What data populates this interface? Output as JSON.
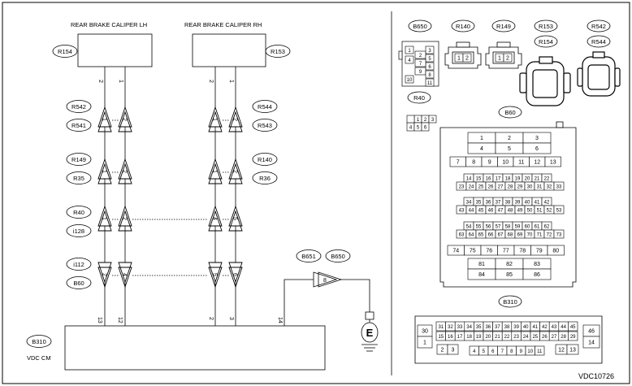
{
  "headers": {
    "caliper_lh": "REAR BRAKE CALIPER LH",
    "caliper_rh": "REAR BRAKE CALIPER RH"
  },
  "components": {
    "lh_box": "R154",
    "rh_box": "R153",
    "ecu_connector": "B310",
    "ecu_name": "VDC CM",
    "ground_symbol": "E"
  },
  "wiring_tags": {
    "r542": "R542",
    "r541": "R541",
    "r544": "R544",
    "r543": "R543",
    "r149": "R149",
    "r35": "R35",
    "r140": "R140",
    "r36": "R36",
    "r40": "R40",
    "i128": "i128",
    "i112": "i112",
    "b60": "B60",
    "b651": "B651",
    "b650": "B650"
  },
  "pin_labels": {
    "lh_top_left": "2",
    "lh_top_right": "1",
    "rh_top_left": "2",
    "rh_top_right": "1",
    "tri_row1": [
      "1",
      "2",
      "1",
      "2"
    ],
    "tri_row2": [
      "1",
      "2",
      "1",
      "2"
    ],
    "tri_row3": [
      "1",
      "2",
      "4",
      "5"
    ],
    "tri_row4": [
      "2",
      "4",
      "5",
      "6"
    ],
    "ecu_pins": [
      "13",
      "12",
      "2",
      "3",
      "14"
    ],
    "single_conn": "8"
  },
  "connector_tags": {
    "b650": "B650",
    "r140": "R140",
    "r149": "R149",
    "r153": "R153",
    "r154": "R154",
    "r542": "R542",
    "r544": "R544",
    "r40": "R40",
    "b60": "B60",
    "b310": "B310"
  },
  "b650_pins": [
    "1",
    "2",
    "3",
    "4",
    "5",
    "6",
    "7",
    "8",
    "9",
    "10",
    "11"
  ],
  "two_pin_labels": [
    "1",
    "2"
  ],
  "r40_pins": [
    "1",
    "2",
    "3",
    "4",
    "5",
    "6"
  ],
  "b60_rows": {
    "row1": [
      "1",
      "2",
      "3"
    ],
    "row2": [
      "4",
      "5",
      "6"
    ],
    "row3": [
      "7",
      "8",
      "9",
      "10",
      "11",
      "12",
      "13"
    ],
    "row4": [
      "14",
      "15",
      "16",
      "17",
      "18",
      "19",
      "20",
      "21",
      "22"
    ],
    "row5": [
      "23",
      "24",
      "25",
      "26",
      "27",
      "28",
      "29",
      "30",
      "31",
      "32",
      "33"
    ],
    "row6": [
      "34",
      "35",
      "36",
      "37",
      "38",
      "39",
      "40",
      "41",
      "42"
    ],
    "row7": [
      "43",
      "44",
      "45",
      "46",
      "47",
      "48",
      "49",
      "50",
      "51",
      "52",
      "53"
    ],
    "row8": [
      "54",
      "55",
      "56",
      "57",
      "58",
      "59",
      "60",
      "61",
      "62"
    ],
    "row9": [
      "63",
      "64",
      "65",
      "66",
      "67",
      "68",
      "69",
      "70",
      "71",
      "72",
      "73"
    ],
    "row10": [
      "74",
      "75",
      "76",
      "77",
      "78",
      "79",
      "80"
    ],
    "row11": [
      "81",
      "82",
      "83"
    ],
    "row12": [
      "84",
      "85",
      "86"
    ]
  },
  "b310_rows": {
    "left": [
      "30",
      "1"
    ],
    "right": [
      "46",
      "14"
    ],
    "row1": [
      "31",
      "32",
      "33",
      "34",
      "35",
      "36",
      "37",
      "38",
      "39",
      "40",
      "41",
      "42",
      "43",
      "44",
      "45"
    ],
    "row2": [
      "15",
      "16",
      "17",
      "18",
      "19",
      "20",
      "21",
      "22",
      "23",
      "24",
      "25",
      "26",
      "27",
      "28",
      "29"
    ],
    "row3a": [
      "2",
      "3"
    ],
    "row3b": [
      "4",
      "5",
      "6",
      "7",
      "8",
      "9",
      "10",
      "11"
    ],
    "row3c": [
      "12",
      "13"
    ]
  },
  "diagram_code": "VDC10726"
}
